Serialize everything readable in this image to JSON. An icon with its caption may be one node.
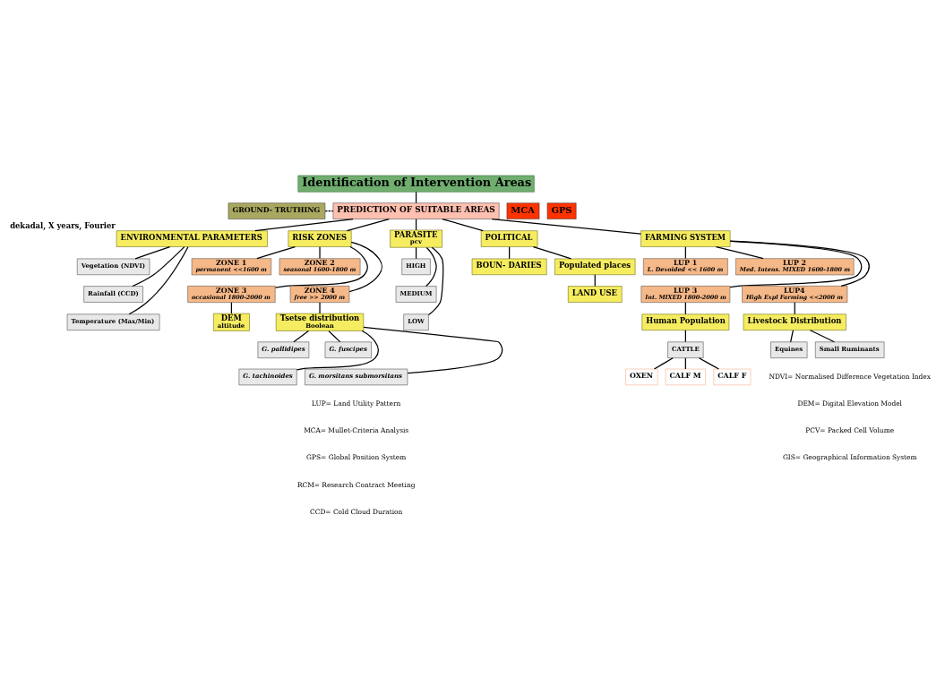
{
  "diagram": {
    "nodes": [
      {
        "text": [
          "Identification of Intervention Areas"
        ]
      },
      {
        "text": [
          "MCA"
        ]
      },
      {
        "text": [
          "PREDICTION OF SUITABLE AREAS"
        ]
      },
      {
        "text": [
          "GPS"
        ]
      },
      {
        "text": [
          "GROUND- TRUTHING"
        ]
      },
      {
        "text": [
          "ENVIRONMENTAL PARAMETERS"
        ],
        "beside": [
          "dekadal, X years, Fourier"
        ]
      },
      {
        "text": [
          "Vegetation (NDVI)"
        ]
      },
      {
        "text": [
          "Rainfall (CCD)"
        ]
      },
      {
        "text": [
          "Temperature (Max/Min)"
        ]
      },
      {
        "text": [
          "RISK ZONES"
        ]
      },
      {
        "text": [
          "PARASITE",
          "pcv"
        ]
      },
      {
        "text": [
          "POLITICAL"
        ]
      },
      {
        "text": [
          "FARMING SYSTEM"
        ]
      },
      {
        "text": [
          "ZONE 1",
          "permanent <<1600 m"
        ]
      },
      {
        "text": [
          "ZONE 2",
          "seasonal 1600-1800 m"
        ]
      },
      {
        "text": [
          "ZONE 3",
          "occasional 1800-2000 m"
        ]
      },
      {
        "text": [
          "ZONE 4",
          "free >> 2000 m"
        ]
      },
      {
        "text": [
          "HIGH"
        ]
      },
      {
        "text": [
          "MEDIUM"
        ]
      },
      {
        "text": [
          "LOW"
        ]
      },
      {
        "text": [
          "LUP 1",
          "L. Devoided << 1600 m"
        ]
      },
      {
        "text": [
          "LUP 2",
          "Med. Intens. MIXED 1600-1800 m"
        ]
      },
      {
        "text": [
          "LUP 3",
          "Int. MIXED 1800-2000 m"
        ]
      },
      {
        "text": [
          "LUP4",
          "High Expl Farming <<2000 m"
        ]
      },
      {
        "text": [
          "BOUN- DARIES"
        ]
      },
      {
        "text": [
          "Populated places"
        ]
      },
      {
        "text": [
          "DEM",
          "altitude"
        ]
      },
      {
        "text": [
          "Tsetse distribution",
          "Boolean"
        ]
      },
      {
        "text": [
          "G. pallidipes"
        ]
      },
      {
        "text": [
          "G. fuscipes"
        ]
      },
      {
        "text": [
          "G. tachinoides"
        ]
      },
      {
        "text": [
          "G. morsitans submorsitans"
        ]
      },
      {
        "text": [
          "LAND USE"
        ]
      },
      {
        "text": [
          "Human Population"
        ]
      },
      {
        "text": [
          "Livestock Distribution"
        ]
      },
      {
        "text": [
          "CATTLE"
        ]
      },
      {
        "text": [
          "Equines"
        ]
      },
      {
        "text": [
          "Small Ruminants"
        ]
      },
      {
        "text": [
          "OXEN"
        ]
      },
      {
        "text": [
          "CALF M"
        ]
      },
      {
        "text": [
          "CALF F"
        ]
      }
    ],
    "edges": [
      {
        "from": 0,
        "to": 2,
        "arrow": "none"
      },
      {
        "from": 4,
        "to": 2,
        "arrow": "none",
        "style": "dashed"
      },
      {
        "from": 2,
        "to": 5,
        "arrow": "none"
      },
      {
        "from": 5,
        "to": 6,
        "arrow": "none"
      },
      {
        "from": 5,
        "to": 7,
        "arrow": "none"
      },
      {
        "from": 5,
        "to": 8,
        "arrow": "none"
      },
      {
        "from": 2,
        "to": 9,
        "arrow": "none"
      },
      {
        "from": 2,
        "to": 10,
        "arrow": "none"
      },
      {
        "from": 2,
        "to": 11,
        "arrow": "none"
      },
      {
        "from": 2,
        "to": 12,
        "arrow": "none"
      },
      {
        "from": 9,
        "to": 13,
        "arrow": "none"
      },
      {
        "from": 9,
        "to": 14,
        "arrow": "none"
      },
      {
        "from": 9,
        "to": 15,
        "arrow": "none"
      },
      {
        "from": 9,
        "to": 16,
        "arrow": "none"
      },
      {
        "from": 10,
        "to": 17,
        "arrow": "none"
      },
      {
        "from": 10,
        "to": 18,
        "arrow": "none"
      },
      {
        "from": 10,
        "to": 19,
        "arrow": "none"
      },
      {
        "from": 12,
        "to": 20,
        "arrow": "none"
      },
      {
        "from": 12,
        "to": 21,
        "arrow": "none"
      },
      {
        "from": 12,
        "to": 22,
        "arrow": "none"
      },
      {
        "from": 12,
        "to": 23,
        "arrow": "none"
      },
      {
        "from": 11,
        "to": 24,
        "arrow": "none"
      },
      {
        "from": 11,
        "to": 25,
        "arrow": "none"
      },
      {
        "from": 15,
        "to": 26,
        "arrow": "none"
      },
      {
        "from": 16,
        "to": 27,
        "arrow": "none"
      },
      {
        "from": 27,
        "to": 28,
        "arrow": "none"
      },
      {
        "from": 27,
        "to": 29,
        "arrow": "none"
      },
      {
        "from": 27,
        "to": 30,
        "arrow": "none"
      },
      {
        "from": 27,
        "to": 31,
        "arrow": "none"
      },
      {
        "from": 25,
        "to": 32,
        "arrow": "none"
      },
      {
        "from": 22,
        "to": 33,
        "arrow": "none"
      },
      {
        "from": 23,
        "to": 34,
        "arrow": "none"
      },
      {
        "from": 33,
        "to": 35,
        "arrow": "none"
      },
      {
        "from": 34,
        "to": 36,
        "arrow": "none"
      },
      {
        "from": 34,
        "to": 37,
        "arrow": "none"
      },
      {
        "from": 35,
        "to": 38,
        "arrow": "none"
      },
      {
        "from": 35,
        "to": 39,
        "arrow": "none"
      },
      {
        "from": 35,
        "to": 40,
        "arrow": "none"
      }
    ],
    "labels": [
      "LUP= Land Utility Pattern",
      "MCA= Mullet-Criteria Analysis",
      "GPS= Global Position System",
      "RCM= Research Contract Meeting",
      "CCD= Cold Cloud Duration",
      "NDVI= Normalised Difference Vegetation Index",
      "DEM= Digital Elevation Model",
      "PCV= Packed Cell Volume",
      "GIS= Geographical Information System"
    ]
  }
}
